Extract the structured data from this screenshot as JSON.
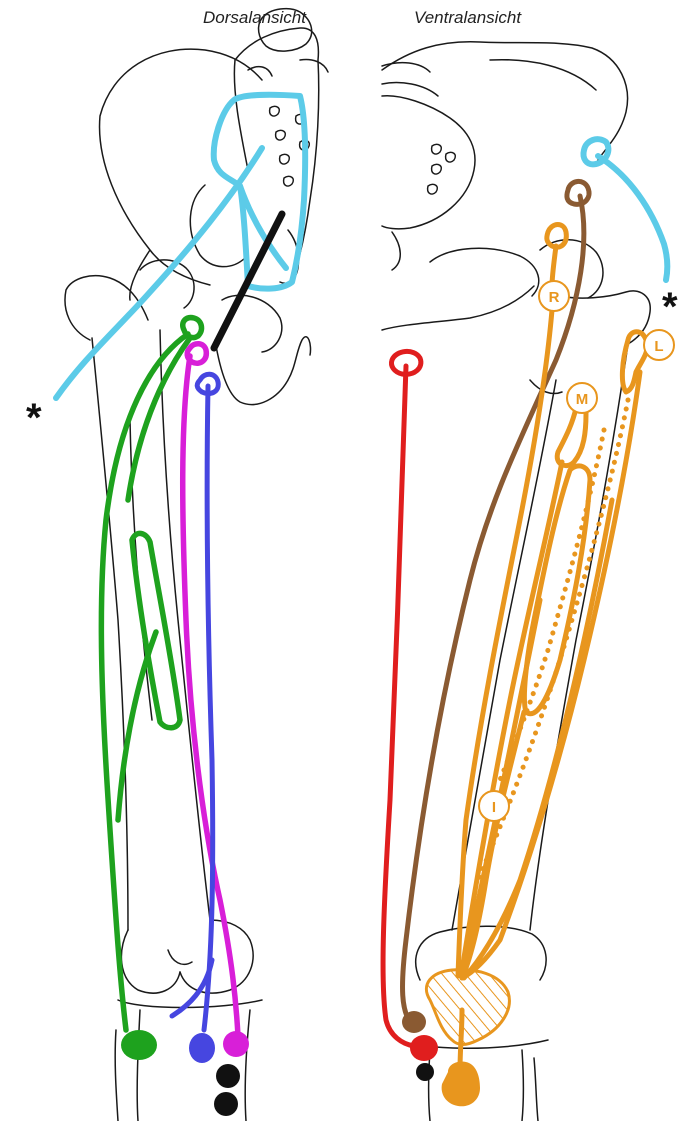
{
  "titles": {
    "dorsal": "Dorsalansicht",
    "ventral": "Ventralansicht"
  },
  "markers": {
    "asterisk_left": "*",
    "asterisk_right": "*"
  },
  "muscle_labels": {
    "rectus": "R",
    "medialis": "M",
    "lateralis": "L",
    "intermedius": "I"
  },
  "colors": {
    "outline": "#1a1a1a",
    "light_blue": "#5ccbe8",
    "black": "#111111",
    "green": "#1ea21e",
    "magenta": "#d81fd8",
    "blue": "#4646e0",
    "orange": "#e8961e",
    "brown": "#8a5a32",
    "red": "#e01e1e"
  }
}
